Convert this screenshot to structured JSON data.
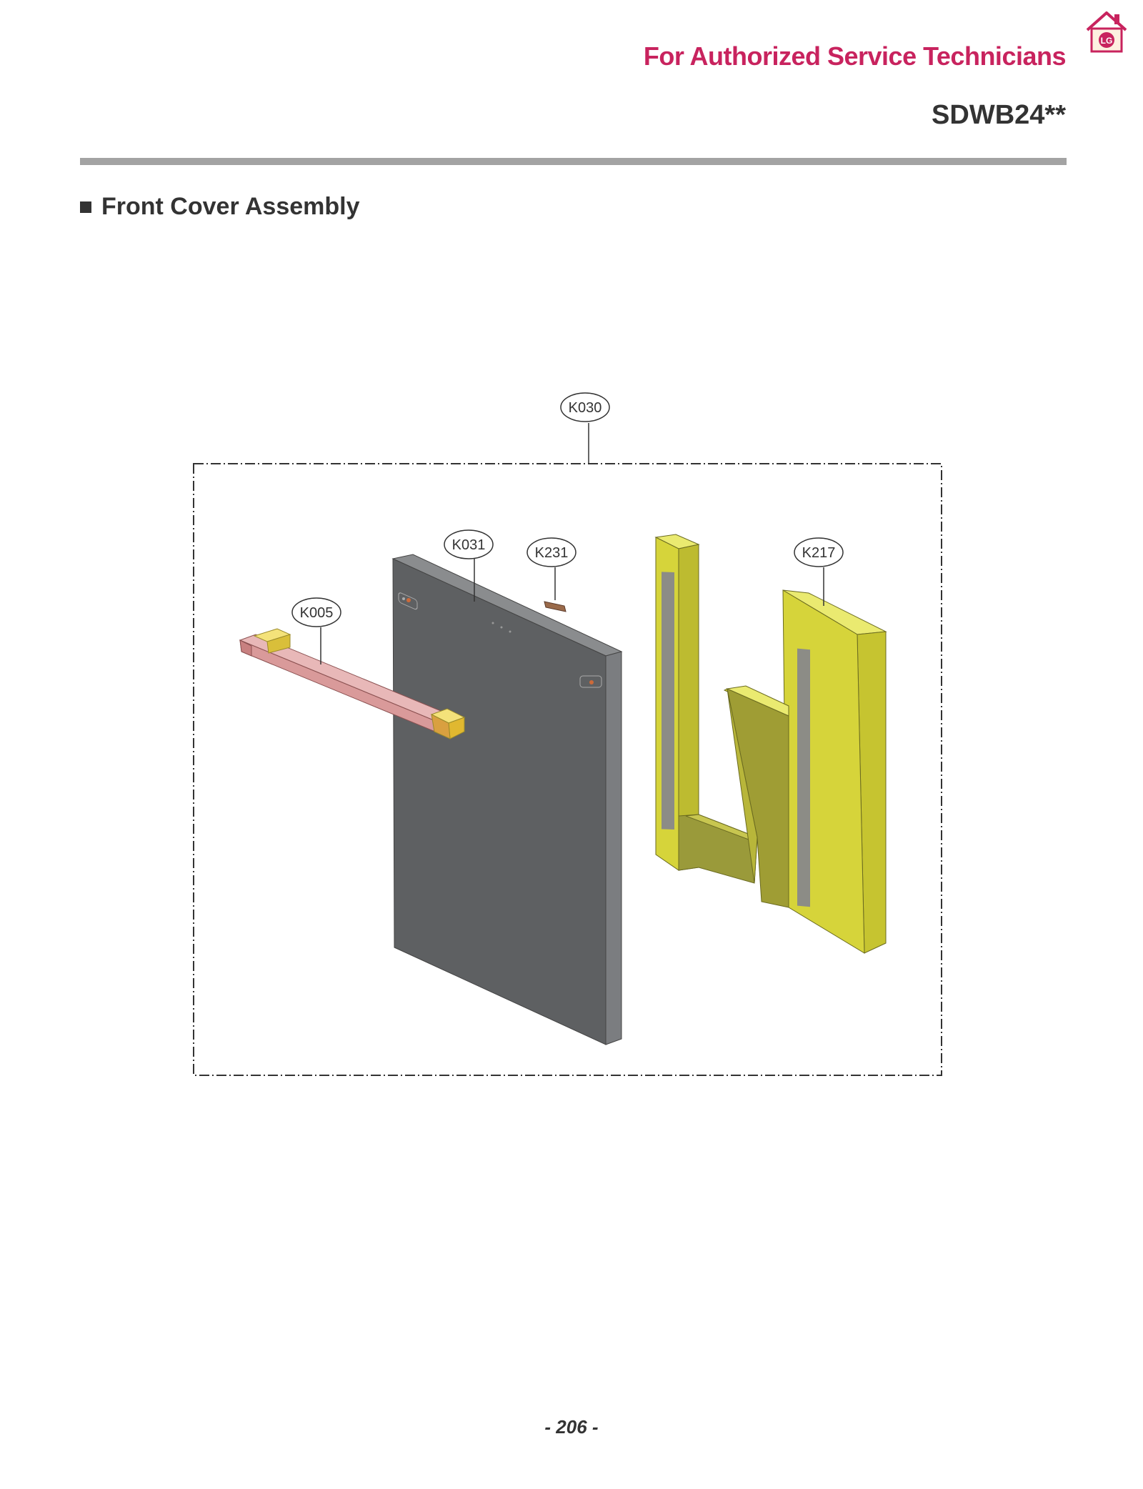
{
  "header": {
    "title": "For Authorized Service Technicians",
    "model": "SDWB24**"
  },
  "brand": {
    "logo_text": "LG",
    "accent_color": "#c8235e"
  },
  "section": {
    "title": "Front Cover Assembly"
  },
  "callouts": {
    "assembly": "K030",
    "door_panel": "K031",
    "small_part": "K231",
    "handle": "K005",
    "frame": "K217"
  },
  "part_colors": {
    "door_panel": "#5e6062",
    "handle_bar": "#d99a9a",
    "handle_end": "#f0d64a",
    "frame": "#d6d43a"
  },
  "footer": {
    "page_number": "- 206 -"
  }
}
